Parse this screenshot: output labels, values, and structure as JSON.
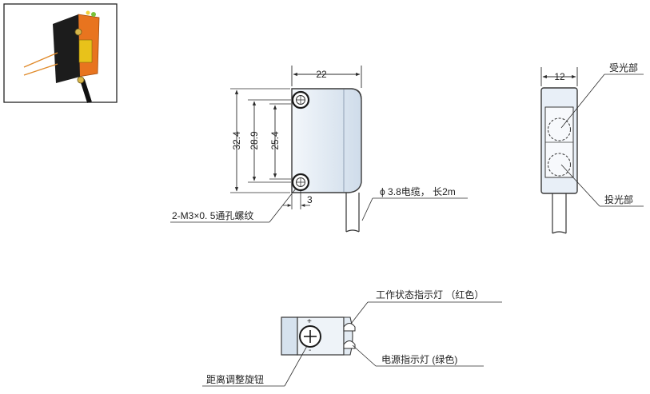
{
  "dimensions": {
    "width_22": "22",
    "height_32_4": "32.4",
    "height_28_9": "28.9",
    "height_25_4": "25.4",
    "offset_3": "3",
    "side_width_12": "12"
  },
  "labels": {
    "mounting_holes": "2-M3×0. 5通孔螺纹",
    "cable": "ϕ 3.8电缆， 长2m",
    "receiver": "受光部",
    "emitter": "投光部",
    "status_indicator": "工作状态指示灯 （红色）",
    "power_indicator": "电源指示灯 (绿色)",
    "distance_knob": "距离调整旋钮",
    "knob_plus": "+",
    "knob_minus": "-"
  },
  "colors": {
    "line": "#2b2b2b",
    "body_fill": "#dfe9f4",
    "body_stroke": "#3a3a3a",
    "photo_orange": "#e8741f",
    "photo_black": "#1c1c1c",
    "photo_yellow": "#e8c21a"
  }
}
